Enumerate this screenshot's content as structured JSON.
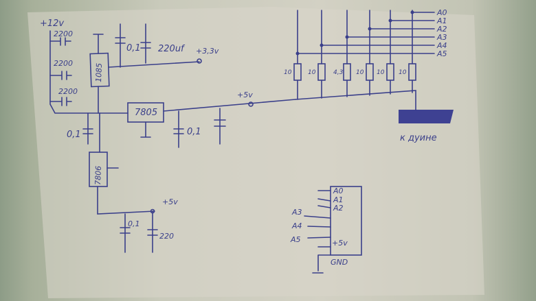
{
  "power": {
    "in": "+12v",
    "out33": "+3,3v",
    "out5_main": "+5v",
    "out5_aux": "+5v"
  },
  "caps": {
    "c1": "2200",
    "c2": "2200",
    "c3": "2200",
    "c4": "0,1",
    "c5": "220uf",
    "c6": "0,1",
    "c7": "0,1",
    "c8": "0,1",
    "c9": "220"
  },
  "regulators": {
    "r1": "1085",
    "r2": "7805",
    "r3": "7806"
  },
  "resistors": [
    "10",
    "10",
    "4,3",
    "10",
    "10",
    "10"
  ],
  "analog_lines": [
    "A0",
    "A1",
    "A2",
    "A3",
    "A4",
    "A5"
  ],
  "destination": "к дуине",
  "connector": {
    "pins_right": [
      "A0",
      "A1",
      "A2"
    ],
    "pins_left": [
      "A3",
      "A4",
      "A5"
    ],
    "vcc": "+5v",
    "gnd": "GND"
  },
  "colors": {
    "ink": "#3a3f8a",
    "paper": "#d3d1c4"
  }
}
